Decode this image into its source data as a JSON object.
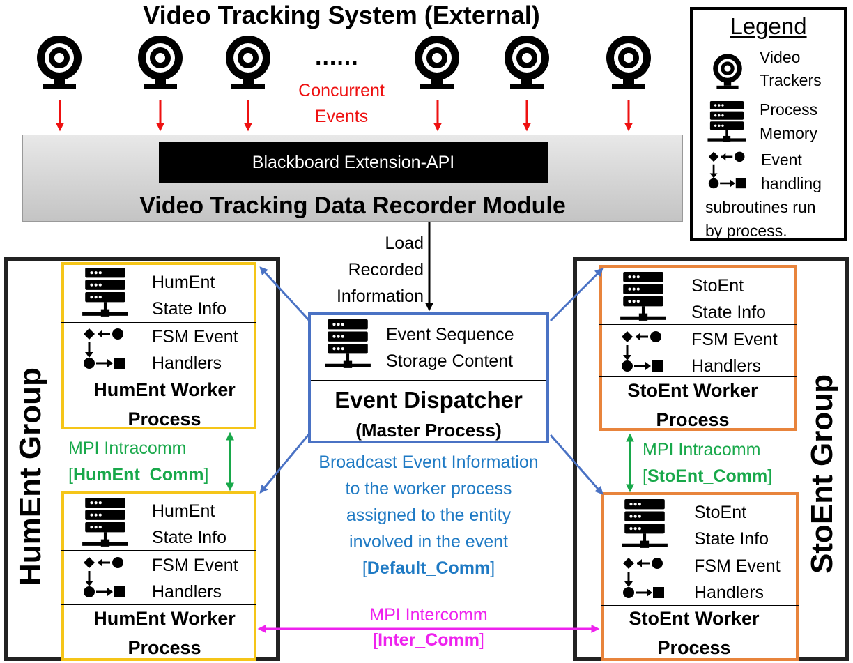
{
  "title": "Video Tracking System (External)",
  "ellipsis": "......",
  "concurrent_events": [
    "Concurrent",
    "Events"
  ],
  "api_label": "Blackboard Extension-API",
  "recorder_label": "Video Tracking Data Recorder Module",
  "load_label": [
    "Load",
    "Recorded",
    "Information"
  ],
  "legend": {
    "title": "Legend",
    "items": [
      {
        "icon": "camera-icon",
        "text": [
          "Video",
          "Trackers"
        ]
      },
      {
        "icon": "server-icon",
        "text": [
          "Process",
          "Memory"
        ]
      },
      {
        "icon": "event-handler-icon",
        "text": [
          "Event",
          "handling"
        ]
      }
    ],
    "footer": [
      "subroutines run",
      "by process."
    ]
  },
  "dispatcher": {
    "mem_lines": [
      "Event Sequence",
      "Storage Content"
    ],
    "title": "Event Dispatcher",
    "subtitle": "(Master Process)"
  },
  "broadcast": {
    "lines": [
      "Broadcast Event Information",
      "to the worker process",
      "assigned to the entity",
      "involved in the event"
    ],
    "comm": "Default_Comm"
  },
  "humgroup": {
    "label": "HumEnt Group",
    "workers": [
      {
        "state": [
          "HumEnt",
          "State Info"
        ],
        "handlers": [
          "FSM Event",
          "Handlers"
        ],
        "title": [
          "HumEnt Worker",
          "Process"
        ]
      },
      {
        "state": [
          "HumEnt",
          "State Info"
        ],
        "handlers": [
          "FSM Event",
          "Handlers"
        ],
        "title": [
          "HumEnt Worker",
          "Process"
        ]
      }
    ],
    "intracomm": "MPI Intracomm",
    "comm": "HumEnt_Comm"
  },
  "stogroup": {
    "label": "StoEnt Group",
    "workers": [
      {
        "state": [
          "StoEnt",
          "State Info"
        ],
        "handlers": [
          "FSM Event",
          "Handlers"
        ],
        "title": [
          "StoEnt Worker",
          "Process"
        ]
      },
      {
        "state": [
          "StoEnt",
          "State Info"
        ],
        "handlers": [
          "FSM Event",
          "Handlers"
        ],
        "title": [
          "StoEnt Worker",
          "Process"
        ]
      }
    ],
    "intracomm": "MPI Intracomm",
    "comm": "StoEnt_Comm"
  },
  "intercomm": {
    "label": "MPI Intercomm",
    "comm": "Inter_Comm"
  },
  "colors": {
    "red": "#ee1111",
    "blue": "#1f7ac4",
    "green": "#18a84a",
    "magenta": "#ee22ee",
    "arrow_blue": "#4a72c4",
    "yellow": "#f5c518",
    "orange": "#e8843c"
  }
}
